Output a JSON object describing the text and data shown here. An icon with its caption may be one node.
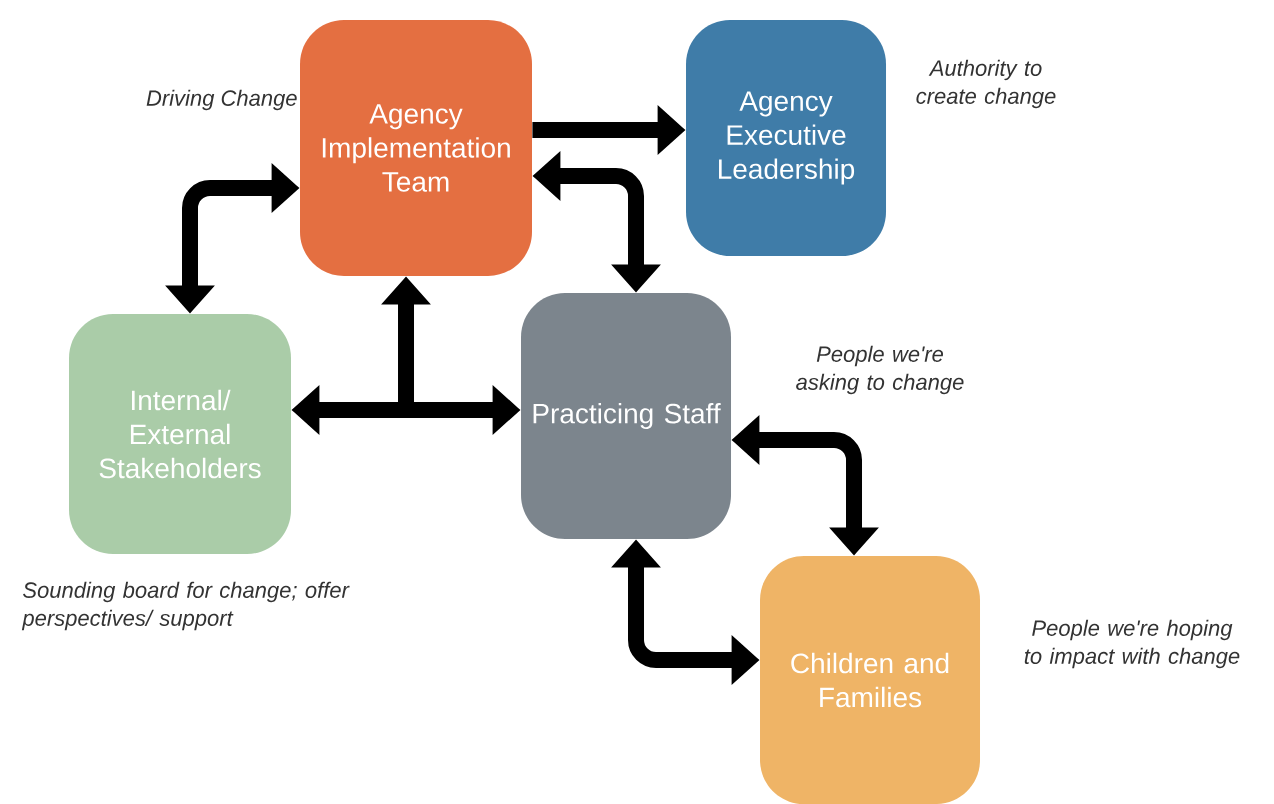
{
  "diagram": {
    "nodes": [
      {
        "text": [
          "Agency Implementation Team"
        ],
        "beside": [
          "Driving Change"
        ]
      },
      {
        "text": [
          "Agency Executive Leadership"
        ],
        "beside": [
          "Authority to create change"
        ]
      },
      {
        "text": [
          "Internal/ External Stakeholders"
        ],
        "beside": [
          "Sounding board for change; offer perspectives/ support"
        ]
      },
      {
        "text": [
          "Practicing Staff"
        ],
        "beside": [
          "People we're asking to change"
        ]
      },
      {
        "text": [
          "Children and Families"
        ],
        "beside": [
          "People we're hoping to impact with change"
        ]
      }
    ],
    "edges": [
      {
        "from": 0,
        "to": 1,
        "arrow": "to"
      },
      {
        "from": 0,
        "to": 3,
        "arrow": "both"
      },
      {
        "from": 0,
        "to": 2,
        "arrow": "both"
      },
      {
        "from": 2,
        "to": 3,
        "arrow": "both"
      },
      {
        "from": 2,
        "to": 0,
        "arrow": "both"
      },
      {
        "from": 3,
        "to": 0,
        "arrow": "both"
      },
      {
        "from": 3,
        "to": 4,
        "arrow": "both"
      },
      {
        "from": 3,
        "to": 4,
        "arrow": "both"
      }
    ]
  }
}
